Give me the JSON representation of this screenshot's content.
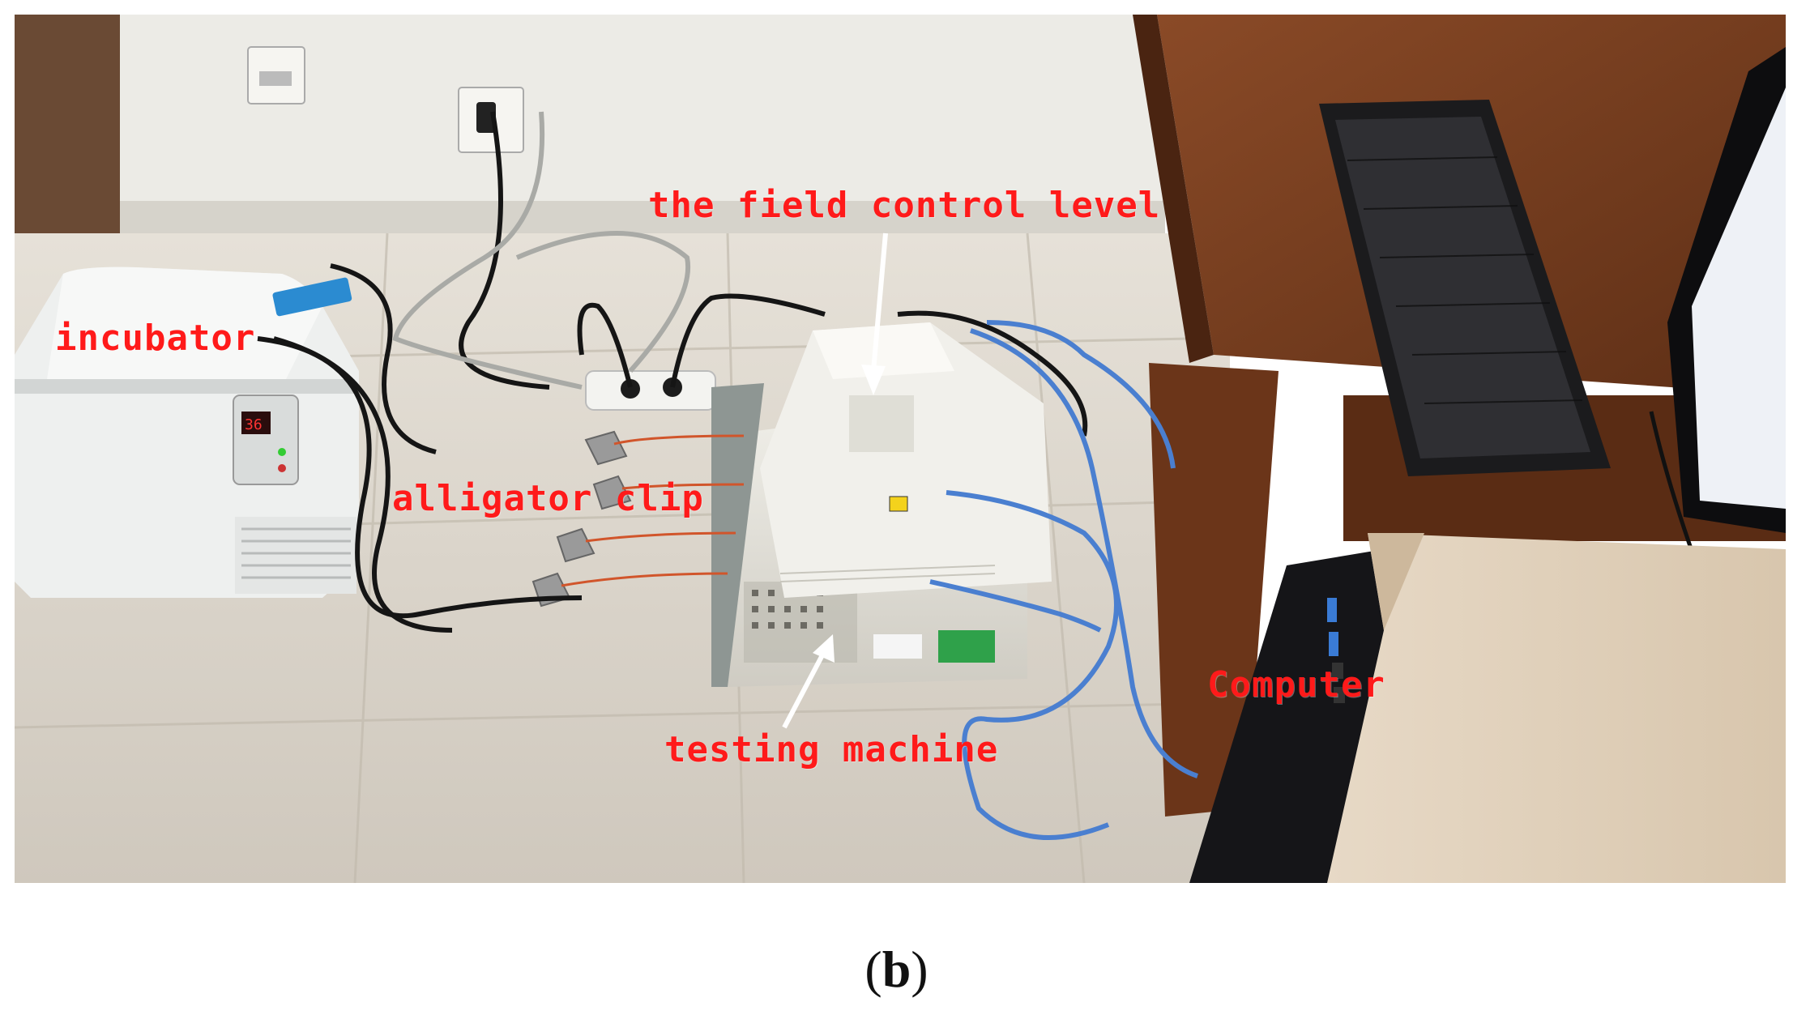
{
  "labels": {
    "incubator": "incubator",
    "field_control": "the field control level",
    "alligator_clip": "alligator clip",
    "testing_machine": "testing machine",
    "computer": "Computer"
  },
  "caption": {
    "open": "(",
    "letter": "b",
    "close": ")"
  },
  "colors": {
    "label_text": "#ff1a1a",
    "wall": "#ecebe6",
    "floor": "#d9d3c9",
    "desk": "#7a3e1f",
    "network_cable": "#4a7fd0"
  }
}
